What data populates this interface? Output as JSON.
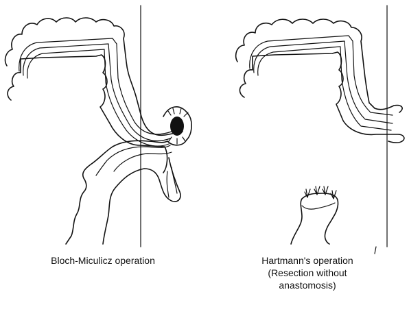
{
  "figure": {
    "left_panel": {
      "caption": "Bloch-Miculicz operation"
    },
    "right_panel": {
      "caption_lines": [
        "Hartmann's operation",
        "(Resection without",
        "anastomosis)"
      ]
    }
  }
}
